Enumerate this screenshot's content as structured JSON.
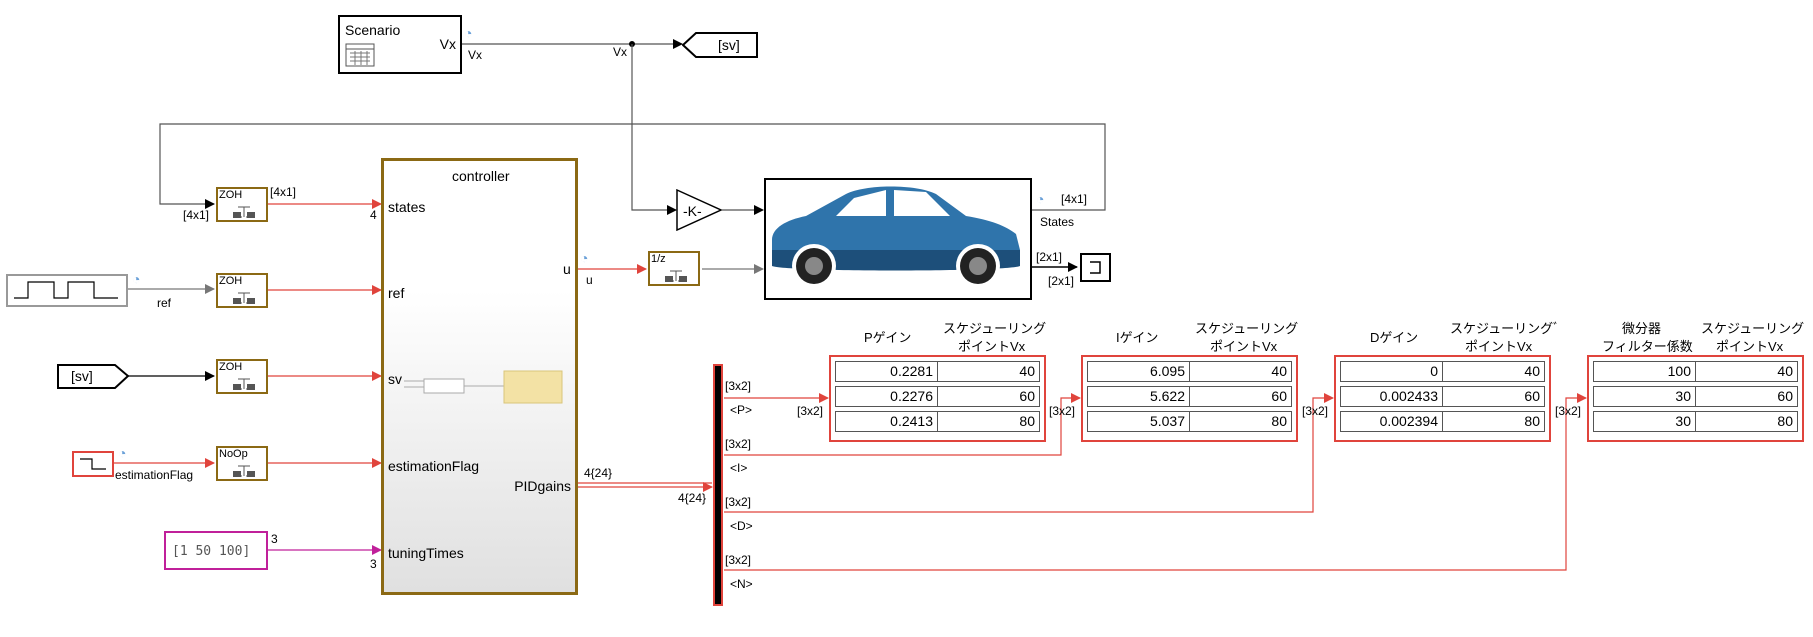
{
  "scenario": {
    "title": "Scenario",
    "out_label": "Vx",
    "signal_label": "Vx"
  },
  "goto_sv": {
    "tag": "[sv]"
  },
  "junction_label": "Vx",
  "gain": {
    "label": "-K-"
  },
  "vehicle": {
    "out_label": "States",
    "dim_states": "[4x1]",
    "dim_out": "[2x1]",
    "dim_term": "[2x1]"
  },
  "controller": {
    "title": "controller",
    "inputs": [
      "states",
      "ref",
      "sv",
      "estimationFlag",
      "tuningTimes"
    ],
    "out_u": "u",
    "out_pid": "PIDgains"
  },
  "port_numbers": {
    "states": "4",
    "tuning_in": "3",
    "tuning_out": "3"
  },
  "zoh_blocks": [
    {
      "title": "ZOH",
      "in_dim": "[4x1]",
      "out_dim": "[4x1]"
    },
    {
      "title": "ZOH"
    },
    {
      "title": "ZOH"
    },
    {
      "title": "NoOp"
    }
  ],
  "from_sv": {
    "tag": "[sv]"
  },
  "signals": {
    "ref": "ref",
    "estimationFlag": "estimationFlag",
    "u": "u"
  },
  "constant": {
    "value": "[1  50 100]"
  },
  "delay": {
    "label": "1/z"
  },
  "bus": {
    "in_dim": "4{24}",
    "in_dim2": "4{24}",
    "outputs": [
      {
        "dim": "[3x2]",
        "name": "<P>"
      },
      {
        "dim": "[3x2]",
        "name": "<I>"
      },
      {
        "dim": "[3x2]",
        "name": "<D>"
      },
      {
        "dim": "[3x2]",
        "name": "<N>"
      }
    ]
  },
  "tables": [
    {
      "id": "P",
      "col1": "Pゲイン",
      "col2a": "スケジューリング",
      "col2b": "ポイントVx",
      "dim": "[3x2]",
      "rows": [
        [
          "0.2281",
          "40"
        ],
        [
          "0.2276",
          "60"
        ],
        [
          "0.2413",
          "80"
        ]
      ]
    },
    {
      "id": "I",
      "col1": "Iゲイン",
      "col2a": "スケジューリング",
      "col2b": "ポイントVx",
      "dim": "[3x2]",
      "rows": [
        [
          "6.095",
          "40"
        ],
        [
          "5.622",
          "60"
        ],
        [
          "5.037",
          "80"
        ]
      ]
    },
    {
      "id": "D",
      "col1": "Dゲイン",
      "col2a": "スケジューリングﾞ",
      "col2b": "ポイントVx",
      "dim": "[3x2]",
      "rows": [
        [
          "0",
          "40"
        ],
        [
          "0.002433",
          "60"
        ],
        [
          "0.002394",
          "80"
        ]
      ]
    },
    {
      "id": "N",
      "col1a": "微分器",
      "col1b": "フィルター係数",
      "col2a": "スケジューリング",
      "col2b": "ポイントVx",
      "dim": "[3x2]",
      "rows": [
        [
          "100",
          "40"
        ],
        [
          "30",
          "60"
        ],
        [
          "30",
          "80"
        ]
      ]
    }
  ],
  "colors": {
    "signal_red": "#e0443c",
    "signal_magenta": "#c0209a",
    "block_border": "#8b6914",
    "wire": "#555555"
  }
}
